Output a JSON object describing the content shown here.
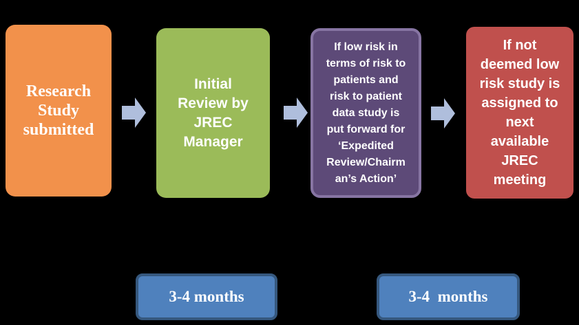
{
  "canvas": {
    "background": "#000000"
  },
  "palette": {
    "step1_fill": "#F2914B",
    "step2_fill": "#9BBB59",
    "step3_fill": "#5D4A78",
    "step3_border": "#8775A3",
    "step4_fill": "#C0504D",
    "duration_fill": "#4F81BD",
    "duration_border": "#36587E",
    "arrow": "#AFBEDC",
    "text": "#FFFFFF"
  },
  "flow": {
    "steps": [
      {
        "label": "Research\nStudy\nsubmitted"
      },
      {
        "label": "Initial\nReview by\nJREC\nManager"
      },
      {
        "label": "If low risk in\nterms of risk to\npatients and\nrisk to patient\ndata study is\nput forward for\n‘Expedited\nReview/Chairm\nan’s Action’"
      },
      {
        "label": "If not\ndeemed low\nrisk study is\nassigned to\nnext\navailable\nJREC\nmeeting"
      }
    ],
    "durations": [
      {
        "label": "3-4 months"
      },
      {
        "label": "3-4  months"
      }
    ]
  }
}
